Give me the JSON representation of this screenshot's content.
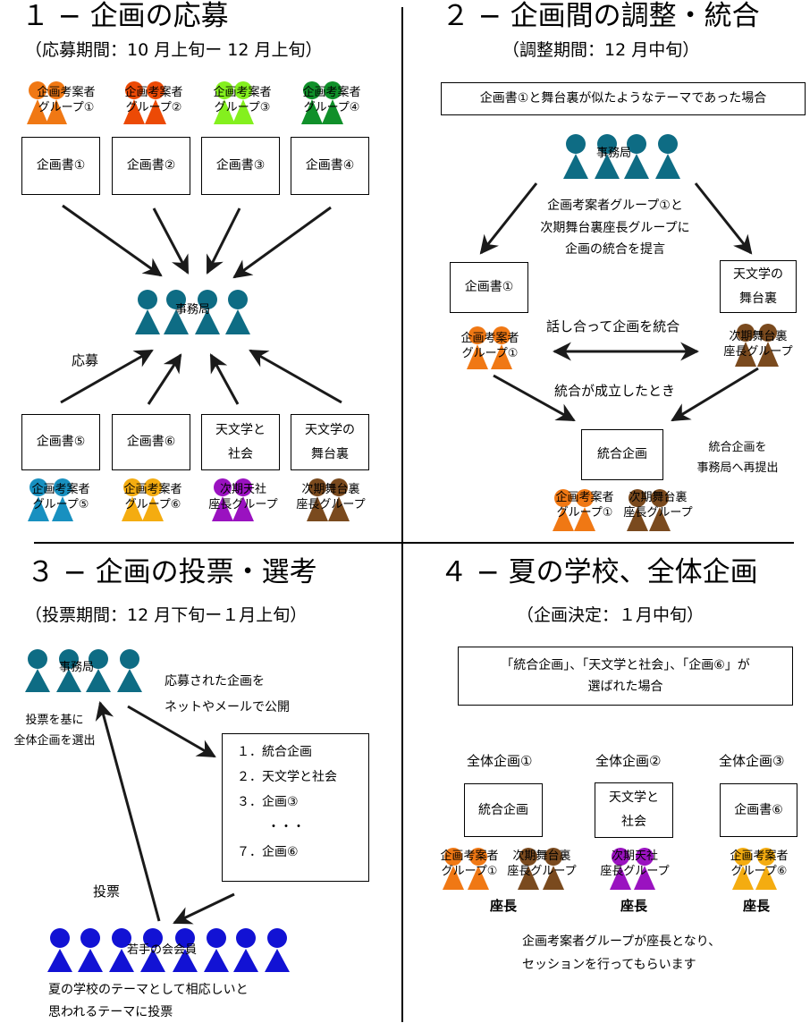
{
  "colors": {
    "orange": "#f07814",
    "red": "#ec4a06",
    "lime": "#84f01e",
    "green": "#10902a",
    "teal": "#0e6c84",
    "cyan": "#1890c0",
    "amber": "#f4ac10",
    "purple": "#9a12c0",
    "brown": "#7a4a1e",
    "blue": "#1212d4"
  },
  "q1": {
    "title": "１ − 企画の応募",
    "period": "（応募期間：10 月上旬ー 12 月上旬）",
    "groups_top": [
      {
        "line1": "企画考案者",
        "line2": "グループ①"
      },
      {
        "line1": "企画考案者",
        "line2": "グループ②"
      },
      {
        "line1": "企画考案者",
        "line2": "グループ③"
      },
      {
        "line1": "企画考案者",
        "line2": "グループ④"
      }
    ],
    "docs_top": [
      "企画書①",
      "企画書②",
      "企画書③",
      "企画書④"
    ],
    "office": "事務局",
    "apply": "応募",
    "docs_bottom": [
      {
        "line1": "企画書⑤",
        "line2": ""
      },
      {
        "line1": "企画書⑥",
        "line2": ""
      },
      {
        "line1": "天文学と",
        "line2": "社会"
      },
      {
        "line1": "天文学の",
        "line2": "舞台裏"
      }
    ],
    "groups_bottom": [
      {
        "line1": "企画考案者",
        "line2": "グループ⑤"
      },
      {
        "line1": "企画考案者",
        "line2": "グループ⑥"
      },
      {
        "line1": "次期天社",
        "line2": "座長グループ"
      },
      {
        "line1": "次期舞台裏",
        "line2": "座長グループ"
      }
    ]
  },
  "q2": {
    "title": "２ − 企画間の調整・統合",
    "period": "（調整期間：12 月中旬）",
    "condition": "企画書①と舞台裏が似たようなテーマであった場合",
    "office": "事務局",
    "proposal": [
      "企画考案者グループ①と",
      "次期舞台裏座長グループに",
      "企画の統合を提言"
    ],
    "doc_left": "企画書①",
    "doc_right": {
      "line1": "天文学の",
      "line2": "舞台裏"
    },
    "discuss": "話し合って企画を統合",
    "group_left": {
      "line1": "企画考案者",
      "line2": "グループ①"
    },
    "group_right": {
      "line1": "次期舞台裏",
      "line2": "座長グループ"
    },
    "established": "統合が成立したとき",
    "merged": "統合企画",
    "resubmit": [
      "統合企画を",
      "事務局へ再提出"
    ],
    "merged_groups": [
      {
        "line1": "企画考案者",
        "line2": "グループ①"
      },
      {
        "line1": "次期舞台裏",
        "line2": "座長グループ"
      }
    ]
  },
  "q3": {
    "title": "３ − 企画の投票・選考",
    "period": "（投票期間：12 月下旬ー１月上旬）",
    "office": "事務局",
    "publish": [
      "応募された企画を",
      "ネットやメールで公開"
    ],
    "select": [
      "投票を基に",
      "全体企画を選出"
    ],
    "list": [
      "１．統合企画",
      "２．天文学と社会",
      "３．企画③",
      "・・・",
      "７．企画⑥"
    ],
    "vote": "投票",
    "members": "若手の会会員",
    "vote_note": [
      "夏の学校のテーマとして相応しいと",
      "思われるテーマに投票"
    ]
  },
  "q4": {
    "title": "４ − 夏の学校、全体企画",
    "period": "（企画決定：１月中旬）",
    "condition": [
      "「統合企画」、「天文学と社会」、「企画⑥」が",
      "選ばれた場合"
    ],
    "plans": [
      {
        "heading": "全体企画①",
        "doc1": "統合企画",
        "doc2": "",
        "chair": "座長"
      },
      {
        "heading": "全体企画②",
        "doc1": "天文学と",
        "doc2": "社会",
        "chair": "座長"
      },
      {
        "heading": "全体企画③",
        "doc1": "企画書⑥",
        "doc2": "",
        "chair": "座長"
      }
    ],
    "groups": [
      {
        "line1": "企画考案者",
        "line2": "グループ①"
      },
      {
        "line1": "次期舞台裏",
        "line2": "座長グループ"
      },
      {
        "line1": "次期天社",
        "line2": "座長グループ"
      },
      {
        "line1": "企画考案者",
        "line2": "グループ⑥"
      }
    ],
    "note": [
      "企画考案者グループが座長となり、",
      "セッションを行ってもらいます"
    ]
  }
}
